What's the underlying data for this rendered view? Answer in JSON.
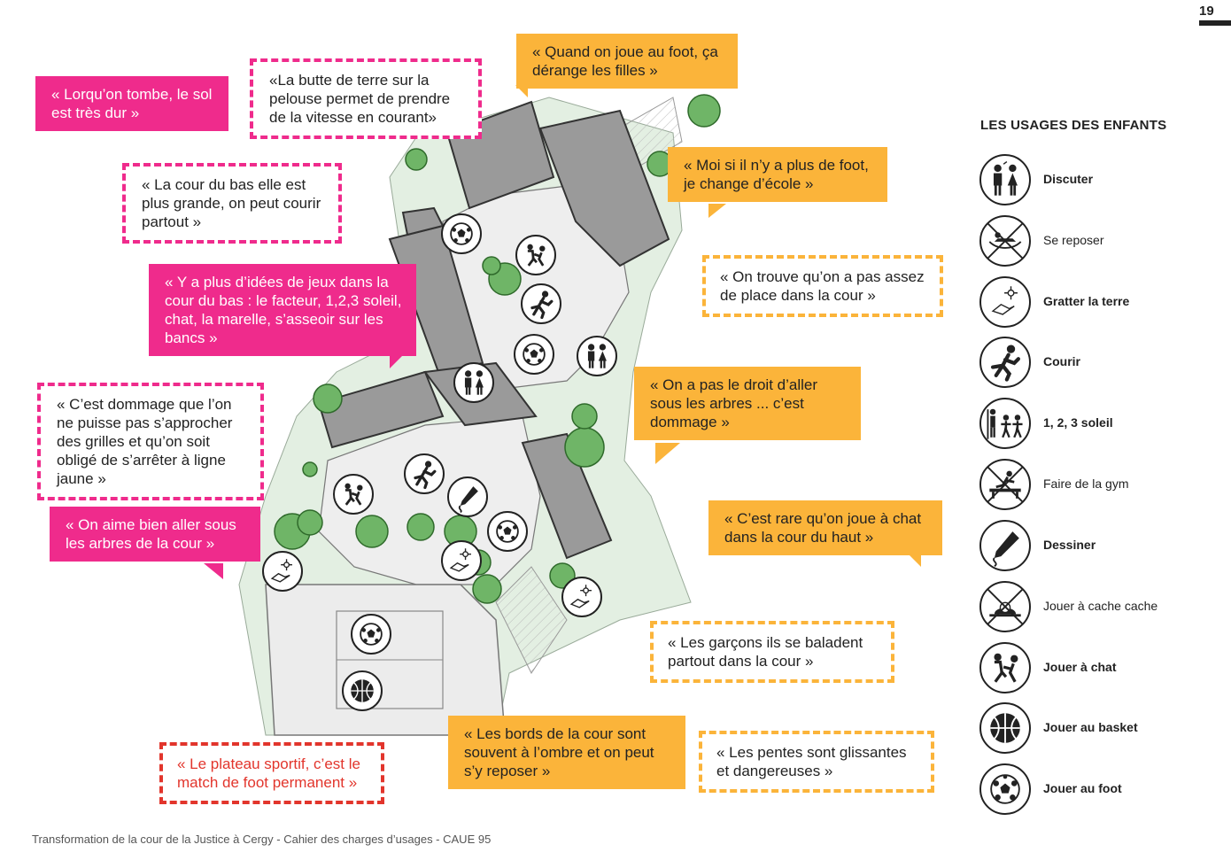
{
  "page": {
    "number": "19",
    "footer": "Transformation de la cour de la Justice à Cergy - Cahier des charges d’usages - CAUE 95"
  },
  "colors": {
    "pink": "#ef2b8c",
    "orange": "#fbb43a",
    "red": "#e2352c",
    "building": "#9a9a9a",
    "green_zone": "#e3efe2",
    "tree": "#6fb567"
  },
  "quotes": {
    "q1": "« Lorqu’on tombe, le sol est très dur »",
    "q2": "«La butte de terre sur la pelouse permet de prendre de la vitesse en courant»",
    "q3": "« Quand on joue au foot, ça dérange les filles »",
    "q4": "« La cour du bas elle est plus grande, on peut courir partout »",
    "q5": "« Moi si il n’y a plus de foot, je change d’école »",
    "q6": "« On trouve qu’on a pas assez de place dans la cour »",
    "q7": "« Y a plus d’idées de jeux dans la cour du bas : le facteur, 1,2,3 soleil, chat, la marelle, s’asseoir sur les bancs »",
    "q8": "« On a pas le droit d’aller sous les arbres ... c’est dommage »",
    "q9": "« C’est dommage que l’on ne puisse pas s’approcher des grilles et qu’on soit obligé de s’arrêter à ligne jaune »",
    "q10": "« C’est rare qu’on joue à chat dans la cour du haut »",
    "q11": "« On aime bien aller sous les arbres de la cour »",
    "q12": "« Les garçons ils se baladent partout dans la cour »",
    "q13": "« Les bords de la cour sont souvent à l’ombre et on peut s’y reposer »",
    "q14": "« Les pentes sont glissantes et dangereuses »",
    "q15": "« Le plateau sportif, c’est le match de foot permanent »"
  },
  "legend": {
    "title": "LES USAGES DES ENFANTS",
    "items": [
      {
        "label": "Discuter",
        "icon": "discuss-icon",
        "active": true
      },
      {
        "label": "Se reposer",
        "icon": "rest-icon",
        "active": false
      },
      {
        "label": "Gratter la terre",
        "icon": "dig-earth-icon",
        "active": true
      },
      {
        "label": "Courir",
        "icon": "run-icon",
        "active": true
      },
      {
        "label": "1, 2, 3 soleil",
        "icon": "one-two-three-sun-icon",
        "active": true
      },
      {
        "label": "Faire de la gym",
        "icon": "gym-icon",
        "active": false
      },
      {
        "label": "Dessiner",
        "icon": "draw-icon",
        "active": true
      },
      {
        "label": "Jouer à cache cache",
        "icon": "hide-and-seek-icon",
        "active": false
      },
      {
        "label": "Jouer à chat",
        "icon": "tag-icon",
        "active": true
      },
      {
        "label": "Jouer au basket",
        "icon": "basketball-icon",
        "active": true
      },
      {
        "label": "Jouer au foot",
        "icon": "football-icon",
        "active": true
      }
    ]
  }
}
